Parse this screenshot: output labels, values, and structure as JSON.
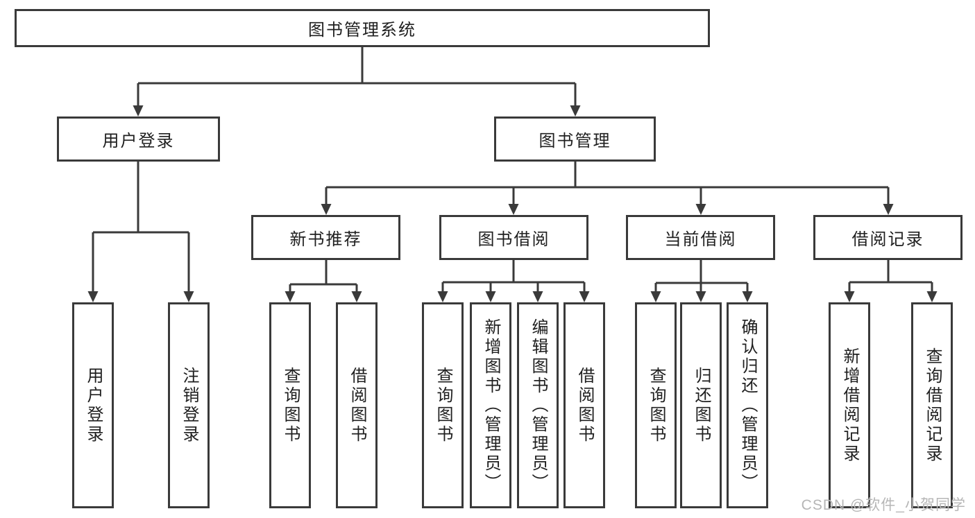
{
  "colors": {
    "line": "#3a3a3a",
    "text": "#1f1f1f",
    "box_fill": "#ffffff",
    "watermark": "#b6b6b6"
  },
  "diagram": {
    "root": {
      "label": "图书管理系统"
    },
    "branches": [
      {
        "label": "用户登录"
      },
      {
        "label": "图书管理"
      }
    ],
    "modules": [
      {
        "label": "新书推荐"
      },
      {
        "label": "图书借阅"
      },
      {
        "label": "当前借阅"
      },
      {
        "label": "借阅记录"
      }
    ],
    "leaves": {
      "user_login": [
        "用户登录",
        "注销登录"
      ],
      "new_book": [
        "查询图书",
        "借阅图书"
      ],
      "book_borrow": [
        "查询图书",
        "新增图书（管理员）",
        "编辑图书（管理员）",
        "借阅图书"
      ],
      "current_borrow": [
        "查询图书",
        "归还图书",
        "确认归还（管理员）"
      ],
      "borrow_record": [
        "新增借阅记录",
        "查询借阅记录"
      ]
    }
  },
  "watermark": {
    "text": "CSDN @软件_小贺同学"
  }
}
